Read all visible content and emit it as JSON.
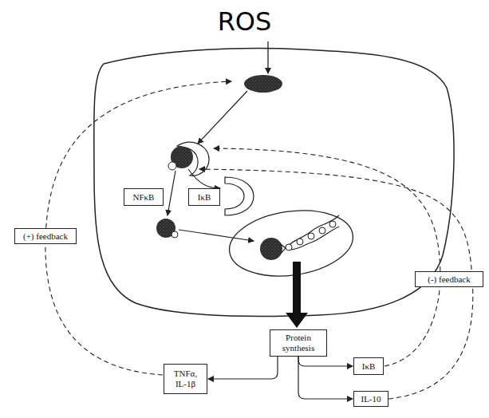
{
  "diagram": {
    "title": "ROS",
    "nodes": [
      {
        "text": [
          "NFκB"
        ]
      },
      {
        "text": [
          "IκB"
        ]
      },
      {
        "text": [
          "(+) feedback"
        ]
      },
      {
        "text": [
          "(-) feedback"
        ]
      },
      {
        "text": [
          "Protein synthesis"
        ]
      },
      {
        "text": [
          "IκB"
        ]
      },
      {
        "text": [
          "TNFα, IL-1β"
        ]
      },
      {
        "text": [
          "IL-10"
        ]
      }
    ],
    "edges": [
      {
        "from": 4,
        "to": 5,
        "arrow": "to"
      },
      {
        "from": 4,
        "to": 7,
        "arrow": "to"
      },
      {
        "from": 4,
        "to": 6,
        "arrow": "to"
      }
    ]
  }
}
